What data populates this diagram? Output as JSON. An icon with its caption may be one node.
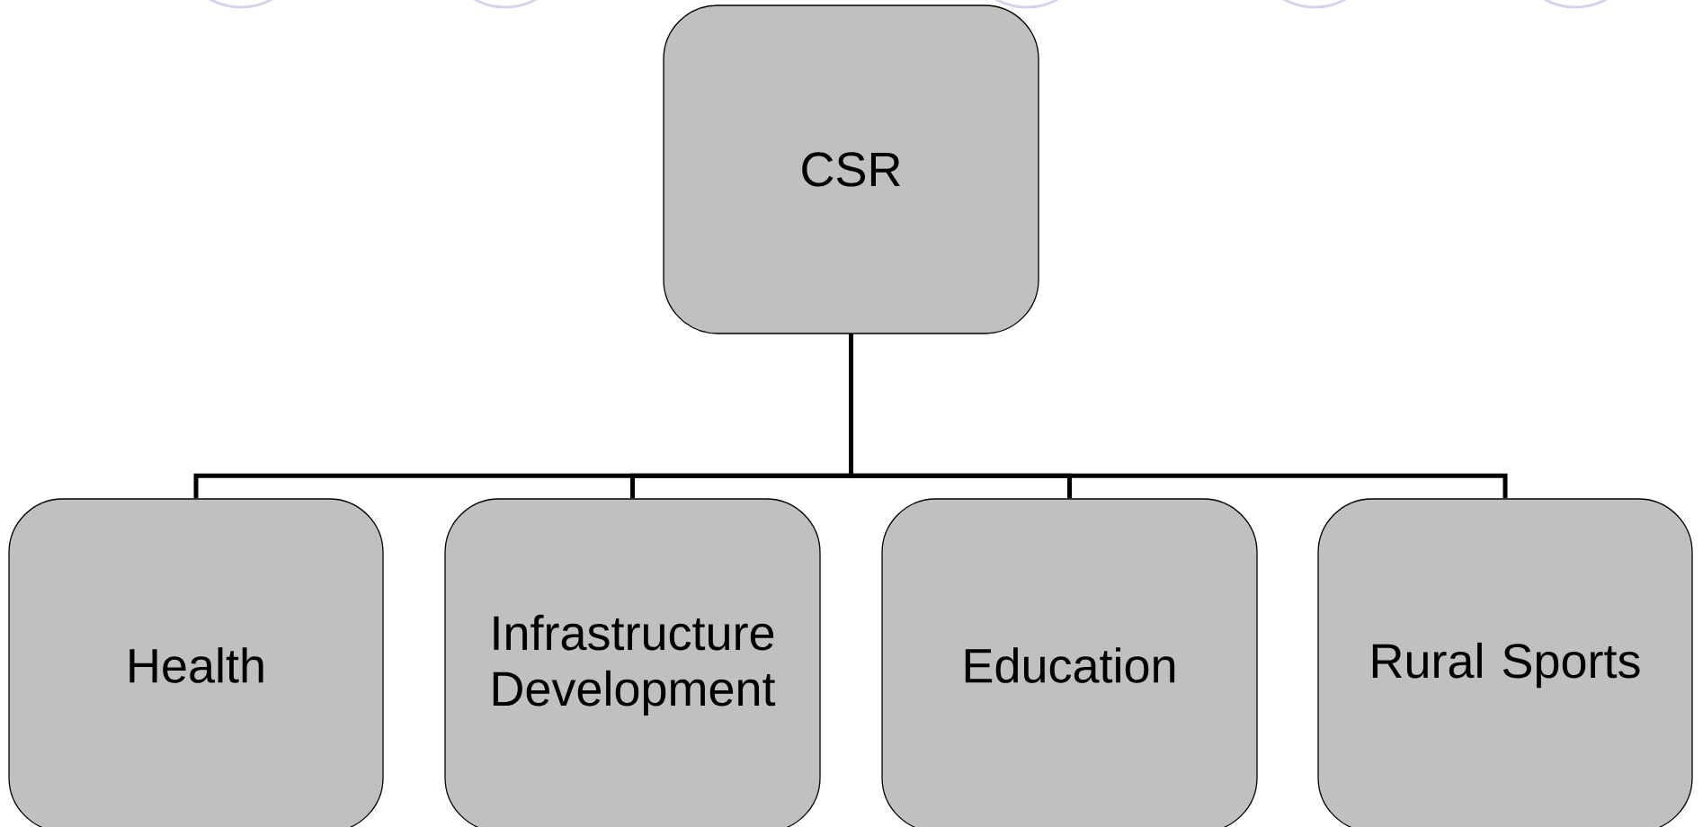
{
  "diagram": {
    "nodes": [
      {
        "text": [
          "CSR"
        ]
      },
      {
        "text": [
          "Health"
        ]
      },
      {
        "text": [
          "Infrastructure Development"
        ]
      },
      {
        "text": [
          "Education"
        ]
      },
      {
        "text": [
          "Rural Sports"
        ]
      }
    ],
    "edges": [
      {
        "from": 0,
        "to": 1,
        "arrow": "none"
      },
      {
        "from": 0,
        "to": 2,
        "arrow": "none"
      },
      {
        "from": 0,
        "to": 3,
        "arrow": "none"
      },
      {
        "from": 0,
        "to": 4,
        "arrow": "none"
      }
    ]
  }
}
